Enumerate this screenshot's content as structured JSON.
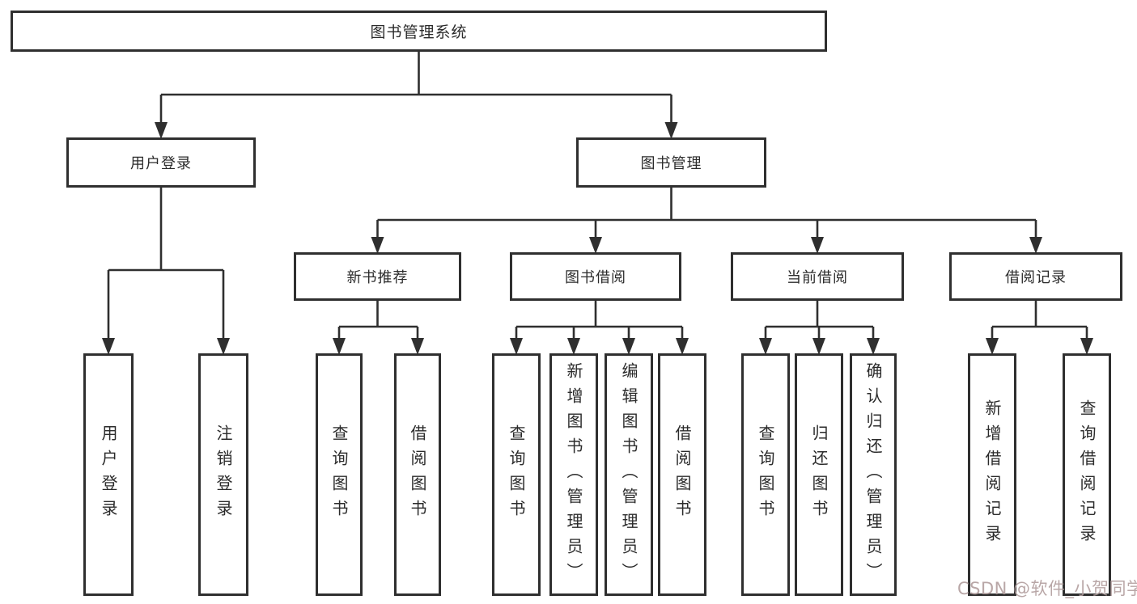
{
  "diagram_title": "图书管理系统",
  "watermark": {
    "text": "CSDN @软件_小贺同学"
  },
  "colors": {
    "line": "#2f2f2f",
    "box_background": "#ffffff",
    "text": "#2b2b2b",
    "watermark": "#b29e9e",
    "page_background": "#ffffff"
  },
  "nodes": {
    "root": {
      "label": "图书管理系统"
    },
    "user_login": {
      "label": "用户登录"
    },
    "book_mgmt": {
      "label": "图书管理"
    },
    "new_book_rec": {
      "label": "新书推荐"
    },
    "book_borrow": {
      "label": "图书借阅"
    },
    "current_borrow": {
      "label": "当前借阅"
    },
    "borrow_records": {
      "label": "借阅记录"
    },
    "leaf_user_login": {
      "label": "用户登录"
    },
    "leaf_logout": {
      "label": "注销登录"
    },
    "nbr_query": {
      "label": "查询图书"
    },
    "nbr_borrow": {
      "label": "借阅图书"
    },
    "bb_query": {
      "label": "查询图书"
    },
    "bb_add": {
      "label": "新增图书（管理员）"
    },
    "bb_edit": {
      "label": "编辑图书（管理员）"
    },
    "bb_borrow": {
      "label": "借阅图书"
    },
    "cb_query": {
      "label": "查询图书"
    },
    "cb_return": {
      "label": "归还图书"
    },
    "cb_confirm": {
      "label": "确认归还（管理员）"
    },
    "br_add": {
      "label": "新增借阅记录"
    },
    "br_query": {
      "label": "查询借阅记录"
    }
  },
  "edges": [
    {
      "parent": "root",
      "children": [
        "user_login",
        "book_mgmt"
      ]
    },
    {
      "parent": "user_login",
      "children": [
        "leaf_user_login",
        "leaf_logout"
      ]
    },
    {
      "parent": "book_mgmt",
      "children": [
        "new_book_rec",
        "book_borrow",
        "current_borrow",
        "borrow_records"
      ]
    },
    {
      "parent": "new_book_rec",
      "children": [
        "nbr_query",
        "nbr_borrow"
      ]
    },
    {
      "parent": "book_borrow",
      "children": [
        "bb_query",
        "bb_add",
        "bb_edit",
        "bb_borrow"
      ]
    },
    {
      "parent": "current_borrow",
      "children": [
        "cb_query",
        "cb_return",
        "cb_confirm"
      ]
    },
    {
      "parent": "borrow_records",
      "children": [
        "br_add",
        "br_query"
      ]
    }
  ]
}
